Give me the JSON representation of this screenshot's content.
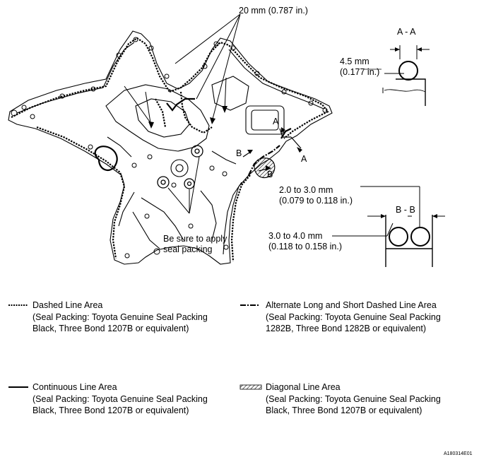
{
  "callouts": {
    "width_20": "20 mm (0.787 in.)",
    "section_a_title": "A - A",
    "width_45_mm": "4.5 mm",
    "width_45_in": "(0.177 in.)",
    "arrow_a_top": "A",
    "arrow_a_bottom": "A",
    "arrow_b_left": "B",
    "arrow_b_lower": "B",
    "width_2_3_mm": "2.0 to 3.0 mm",
    "width_2_3_in": "(0.079 to 0.118 in.)",
    "section_b_title": "B - B",
    "width_3_4_mm": "3.0 to 4.0 mm",
    "width_3_4_in": "(0.118 to 0.158 in.)",
    "apply_line1": "Be sure to apply",
    "apply_line2": "seal packing"
  },
  "legend": {
    "dashed": {
      "title": "Dashed Line Area",
      "line1": "(Seal Packing: Toyota Genuine Seal Packing",
      "line2": "Black, Three Bond 1207B or equivalent)"
    },
    "alternate": {
      "title": "Alternate Long and Short Dashed Line Area",
      "line1": "(Seal Packing: Toyota Genuine Seal Packing",
      "line2": "1282B, Three Bond 1282B or equivalent)"
    },
    "continuous": {
      "title": "Continuous Line Area",
      "line1": "(Seal Packing: Toyota Genuine Seal Packing",
      "line2": "Black, Three Bond 1207B or equivalent)"
    },
    "diagonal": {
      "title": "Diagonal Line Area",
      "line1": "(Seal Packing: Toyota Genuine Seal Packing",
      "line2": "Black, Three Bond 1207B or equivalent)"
    }
  },
  "figure_code": "A180314E01"
}
